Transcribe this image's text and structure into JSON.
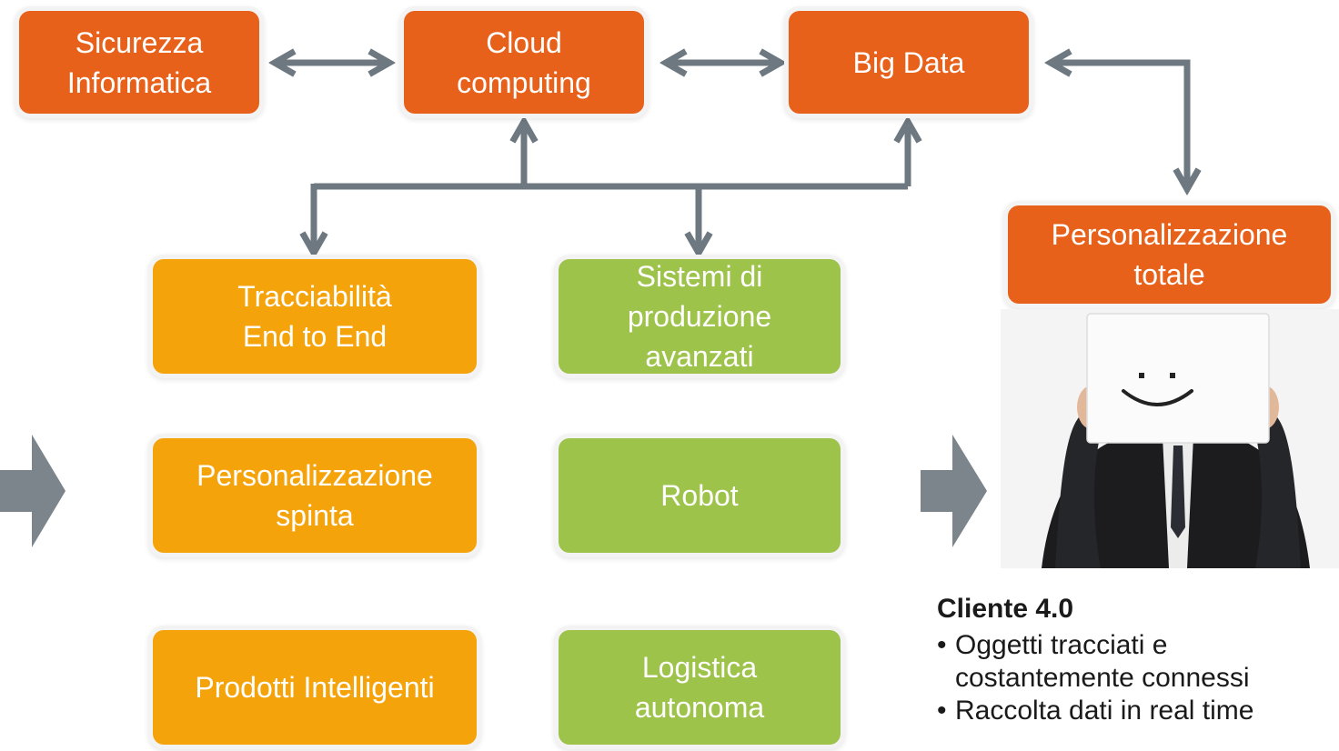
{
  "boxes": {
    "sicurezza": "Sicurezza\nInformatica",
    "cloud": "Cloud\ncomputing",
    "bigdata": "Big Data",
    "personalizzazione_totale": "Personalizzazione\ntotale",
    "tracciabilita": "Tracciabilità\nEnd to End",
    "sistemi": "Sistemi di\nproduzione\navanzati",
    "personalizzazione_spinta": "Personalizzazione\nspinta",
    "robot": "Robot",
    "prodotti": "Prodotti Intelligenti",
    "logistica": "Logistica\nautonoma"
  },
  "cliente": {
    "title": "Cliente 4.0",
    "bullets": [
      "Oggetti tracciati e\ncostantemente connessi",
      "Raccolta dati in real time"
    ]
  },
  "colors": {
    "orange_dark": "#e8611a",
    "orange": "#f5a30a",
    "green": "#9dc34a",
    "arrow_gray": "#6e7880"
  },
  "icons": {
    "photo": "person-holding-smiley-mask"
  }
}
